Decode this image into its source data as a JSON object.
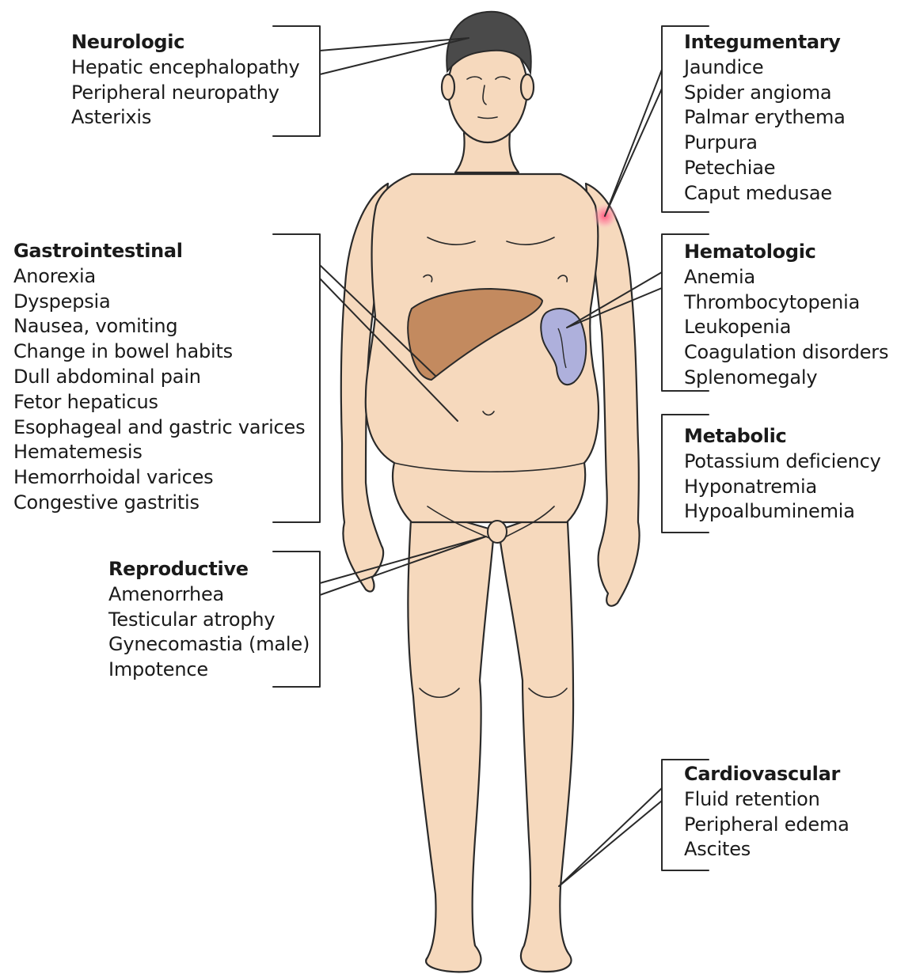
{
  "colors": {
    "skin": "#f6d9bd",
    "outline": "#2a2a2a",
    "hair": "#4a4a4a",
    "liver": "#c38a5f",
    "spleen": "#aeb0dc",
    "spot": "#ff6b8a",
    "text": "#1a1a1a"
  },
  "groups": [
    {
      "id": "neurologic",
      "title": "Neurologic",
      "items": [
        "Hepatic encephalopathy",
        "Peripheral neuropathy",
        "Asterixis"
      ]
    },
    {
      "id": "integumentary",
      "title": "Integumentary",
      "items": [
        "Jaundice",
        "Spider angioma",
        "Palmar erythema",
        "Purpura",
        "Petechiae",
        "Caput medusae"
      ]
    },
    {
      "id": "gastrointestinal",
      "title": "Gastrointestinal",
      "items": [
        "Anorexia",
        "Dyspepsia",
        "Nausea, vomiting",
        "Change in bowel habits",
        "Dull abdominal pain",
        "Fetor hepaticus",
        "Esophageal and gastric varices",
        "Hematemesis",
        "Hemorrhoidal varices",
        "Congestive gastritis"
      ]
    },
    {
      "id": "hematologic",
      "title": "Hematologic",
      "items": [
        "Anemia",
        "Thrombocytopenia",
        "Leukopenia",
        "Coagulation disorders",
        "Splenomegaly"
      ]
    },
    {
      "id": "metabolic",
      "title": "Metabolic",
      "items": [
        "Potassium deficiency",
        "Hyponatremia",
        "Hypoalbuminemia"
      ]
    },
    {
      "id": "reproductive",
      "title": "Reproductive",
      "items": [
        "Amenorrhea",
        "Testicular atrophy",
        "Gynecomastia (male)",
        "Impotence"
      ]
    },
    {
      "id": "cardiovascular",
      "title": "Cardiovascular",
      "items": [
        "Fluid retention",
        "Peripheral edema",
        "Ascites"
      ]
    }
  ]
}
